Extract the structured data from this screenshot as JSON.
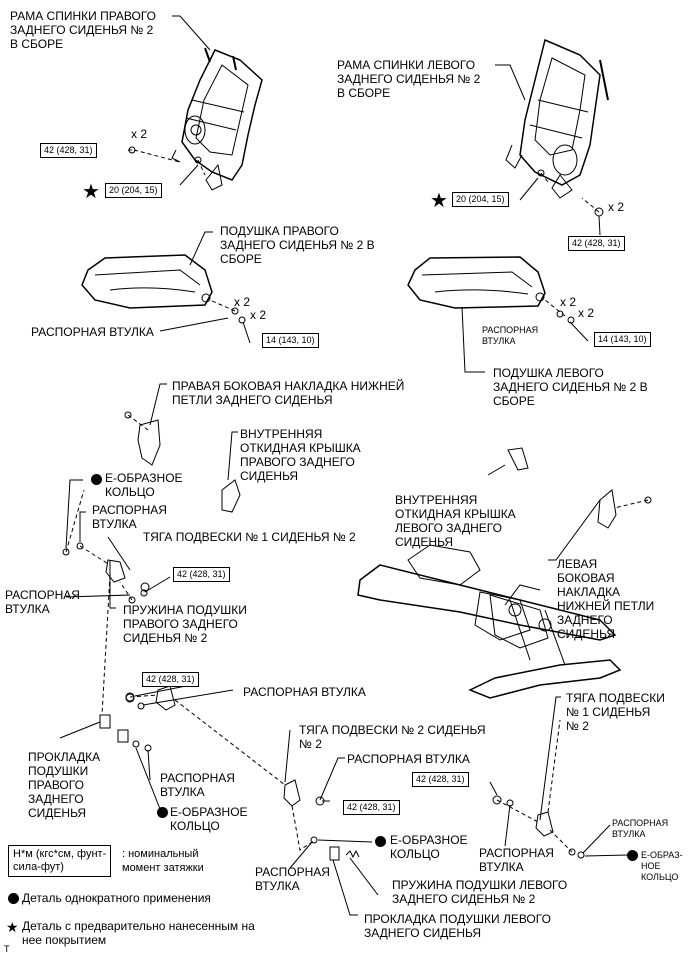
{
  "labels": {
    "right_frame": "РАМА СПИНКИ ПРАВОГО\nЗАДНЕГО СИДЕНЬЯ № 2\nВ СБОРЕ",
    "left_frame": "РАМА СПИНКИ ЛЕВОГО\nЗАДНЕГО СИДЕНЬЯ № 2\nВ СБОРЕ",
    "right_cushion": "ПОДУШКА ПРАВОГО\nЗАДНЕГО СИДЕНЬЯ № 2 В\nСБОРЕ",
    "left_cushion": "ПОДУШКА ЛЕВОГО\nЗАДНЕГО СИДЕНЬЯ № 2 В\nСБОРЕ",
    "spacer": "РАСПОРНАЯ ВТУЛКА",
    "spacer_small": "РАСПОРНАЯ\nВТУЛКА",
    "right_hinge_cover": "ПРАВАЯ БОКОВАЯ НАКЛАДКА НИЖНЕЙ\nПЕТЛИ ЗАДНЕГО СИДЕНЬЯ",
    "inner_right_cover": "ВНУТРЕННЯЯ\nОТКИДНАЯ КРЫШКА\nПРАВОГО ЗАДНЕГО\nСИДЕНЬЯ",
    "inner_left_cover": "ВНУТРЕННЯЯ\nОТКИДНАЯ КРЫШКА\nЛЕВОГО ЗАДНЕГО\nСИДЕНЬЯ",
    "e_ring": "E-ОБРАЗНОЕ\nКОЛЬЦО",
    "spacer_2": "РАСПОРНАЯ\nВТУЛКА",
    "link_no1": "ТЯГА ПОДВЕСКИ № 1 СИДЕНЬЯ № 2",
    "spacer_left": "РАСПОРНАЯ\nВТУЛКА",
    "right_spring": "ПРУЖИНА ПОДУШКИ\nПРАВОГО ЗАДНЕГО\nСИДЕНЬЯ № 2",
    "left_hinge_cover": "ЛЕВАЯ\nБОКОВАЯ\nНАКЛАДКА\nНИЖНЕЙ ПЕТЛИ\nЗАДНЕГО\nСИДЕНЬЯ",
    "spacer_3": "РАСПОРНАЯ ВТУЛКА",
    "right_pad": "ПРОКЛАДКА\nПОДУШКИ\nПРАВОГО\nЗАДНЕГО\nСИДЕНЬЯ",
    "spacer_4": "РАСПОРНАЯ\nВТУЛКА",
    "e_ring_2": "E-ОБРАЗНОЕ\nКОЛЬЦО",
    "link_no2": "ТЯГА ПОДВЕСКИ № 2 СИДЕНЬЯ\n№ 2",
    "spacer_5": "РАСПОРНАЯ ВТУЛКА",
    "link_no1_right": "ТЯГА ПОДВЕСКИ\n№ 1 СИДЕНЬЯ\n№ 2",
    "e_ring_3": "E-ОБРАЗНОЕ\nКОЛЬЦО",
    "spacer_6": "РАСПОРНАЯ\nВТУЛКА",
    "spacer_7": "РАСПОРНАЯ\nВТУЛКА",
    "left_spring": "ПРУЖИНА ПОДУШКИ ЛЕВОГО\nЗАДНЕГО СИДЕНЬЯ № 2",
    "left_pad": "ПРОКЛАДКА ПОДУШКИ ЛЕВОГО\nЗАДНЕГО СИДЕНЬЯ",
    "spacer_8": "РАСПОРНАЯ\nВТУЛКА",
    "e_ring_4": "E-ОБРАЗ-\nНОЕ\nКОЛЬЦО"
  },
  "torque": {
    "t42": "42 (428, 31)",
    "t20": "20 (204, 15)",
    "t14": "14 (143, 10)"
  },
  "qty": "x 2",
  "legend": {
    "box": "Н*м (кгс*см, фунт-\nсила-фут)",
    "box_desc": ": номинальный\nмомент затяжки",
    "single_use": "Деталь однократного применения",
    "precoated": "Деталь с предварительно нанесенным на\nнее покрытием"
  },
  "corner_mark": "T",
  "symbols": {
    "star": "★"
  }
}
